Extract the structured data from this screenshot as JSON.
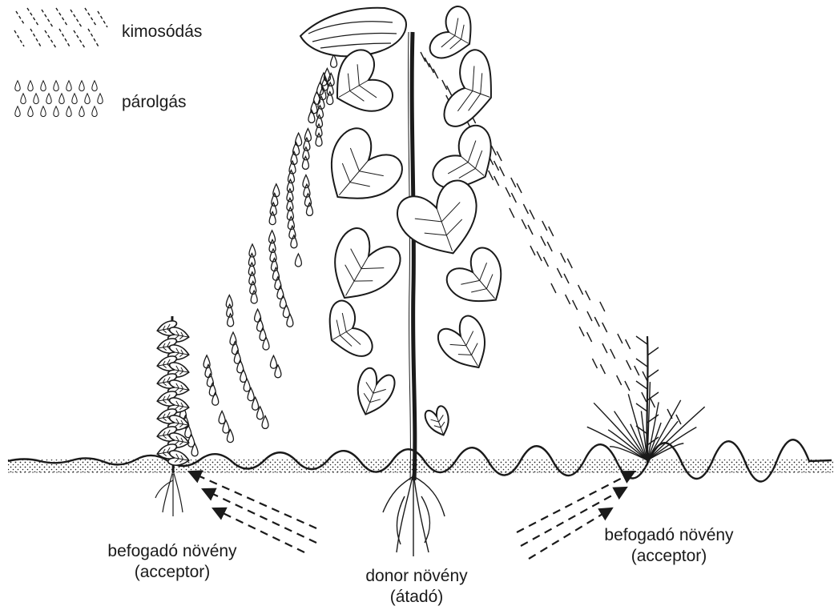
{
  "legend": {
    "leaching": "kimosódás",
    "evaporation": "párolgás"
  },
  "labels": {
    "acceptor_left_line1": "befogadó növény",
    "acceptor_left_line2": "(acceptor)",
    "donor_line1": "donor növény",
    "donor_line2": "(átadó)",
    "acceptor_right_line1": "befogadó növény",
    "acceptor_right_line2": "(acceptor)"
  },
  "colors": {
    "ink": "#1a1a1a",
    "background": "#ffffff"
  }
}
